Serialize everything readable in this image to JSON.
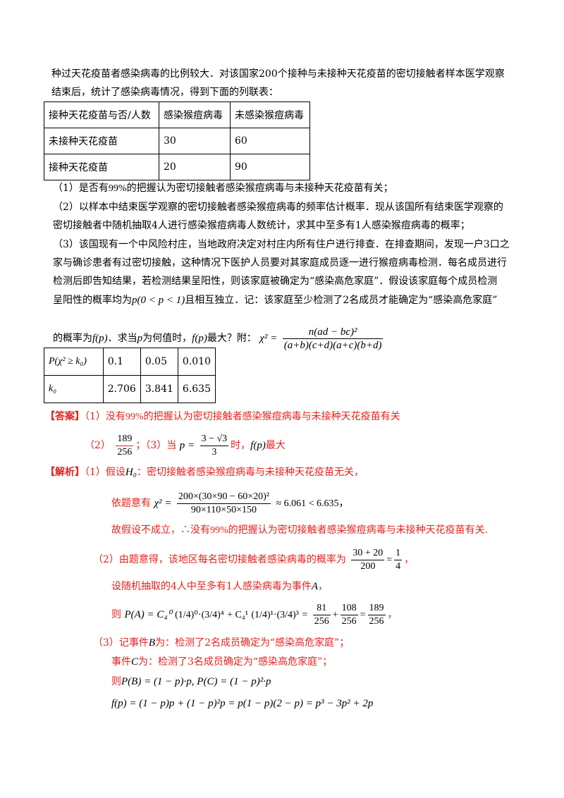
{
  "intro": {
    "line1": "种过天花疫苗者感染病毒的比例较大．对该国家200个接种与未接种天花疫苗的密切接触者样本医学观察",
    "line2": "结束后，统计了感染病毒情况，得到下面的列联表："
  },
  "table1": {
    "headers": [
      "接种天花疫苗与否/人数",
      "感染猴痘病毒",
      "未感染猴痘病毒"
    ],
    "rows": [
      [
        "未接种天花疫苗",
        "30",
        "60"
      ],
      [
        "接种天花疫苗",
        "20",
        "90"
      ]
    ]
  },
  "q1": {
    "pre": "（1）是否有",
    "pct": "99%",
    "post": "的把握认为密切接触者感染猴痘病毒与未接种天花疫苗有关；"
  },
  "q2": {
    "line1": "（2）以样本中结束医学观察的密切接触者感染猴痘病毒的频率估计概率．现从该国所有结束医学观察的",
    "line2": "密切接触者中随机抽取4人进行感染猴痘病毒人数统计，求其中至多有1人感染猴痘病毒的概率；"
  },
  "q3": {
    "line1": "（3）该国现有一个中风险村庄，当地政府决定对村庄内所有住户进行排查．在排查期间，发现一户3口之",
    "line2": "家与确诊患者有过密切接触，这种情况下医护人员要对其家庭成员逐一进行猴痘病毒检测．每名成员进行",
    "line3": "检测后即告知结果，若检测结果呈阳性，则该家庭被确定为“感染高危家庭”．假设该家庭每个成员检测",
    "line4_pre": "呈阳性的概率均为",
    "line4_cond": "p(0 < p < 1)",
    "line4_post": "且相互独立．记：该家庭至少检测了2名成员才能确定为“感染高危家庭”",
    "line5_pre": "的概率为",
    "line5_fp": "f(p)",
    "line5_mid": "．求当",
    "line5_p": "p",
    "line5_mid2": "为何值时，",
    "line5_fp2": "f(p)",
    "line5_post": "最大？附：",
    "chi_lhs": "χ² =",
    "chi_num": "n(ad − bc)²",
    "chi_den": "(a+b)(c+d)(a+c)(b+d)"
  },
  "table2": {
    "rows": [
      [
        "P(χ² ≥ k₀)",
        "0.1",
        "0.05",
        "0.010"
      ],
      [
        "k₀",
        "2.706",
        "3.841",
        "6.635"
      ]
    ]
  },
  "answer": {
    "tag": "【答案】",
    "a1_pre": "（1）没有",
    "a1_pct": "99%",
    "a1_post": "的把握认为密切接触者感染猴痘病毒与未接种天花疫苗有关",
    "a2_pre": "（2）",
    "a2_num": "189",
    "a2_den": "256",
    "a2_mid": "；（3）当",
    "a2_p": "p =",
    "a2_pnum": "3 − √3",
    "a2_pden": "3",
    "a2_when": "时，",
    "a2_fp": "f(p)",
    "a2_post": "最大"
  },
  "analysis": {
    "tag": "【解析】",
    "s1_pre": "（1）假设",
    "s1_h0": "H₀",
    "s1_post": "：密切接触者感染猴痘病毒与未接种天花疫苗无关，",
    "s1_calc_pre": "依题意有",
    "s1_chi": "χ² =",
    "s1_num": "200×(30×90 − 60×20)²",
    "s1_den": "90×110×50×150",
    "s1_post2": "≈ 6.061 < 6.635，",
    "s1_concl_pre": "故假设不成立，∴没有",
    "s1_pct": "99%",
    "s1_concl_post": "的把握认为密切接触者感染猴痘病毒与未接种天花疫苗有关.",
    "s2_pre": "（2）由题意得，该地区每名密切接触者感染病毒的概率为",
    "s2_num": "30 + 20",
    "s2_den": "200",
    "s2_eq": "=",
    "s2_rnum": "1",
    "s2_rden": "4",
    "s2_comma": "，",
    "s2_event": "设随机抽取的4人中至多有1人感染病毒为事件",
    "s2_A": "A",
    "s2_event_post": "，",
    "s2_p_pre": "则",
    "s2_pA": "P(A) = C₄⁰",
    "s2_term1": "(1/4)⁰·(3/4)⁴",
    "s2_plus": "+ C₄¹",
    "s2_term2": "(1/4)¹·(3/4)³",
    "s2_eq2": "=",
    "s2_f1n": "81",
    "s2_f1d": "256",
    "s2_plus2": "+",
    "s2_f2n": "108",
    "s2_f2d": "256",
    "s2_eq3": "=",
    "s2_f3n": "189",
    "s2_f3d": "256",
    "s2_end": "，",
    "s3_pre": "（3）记事件",
    "s3_B": "B",
    "s3_Bpost": "为：检测了2名成员确定为“感染高危家庭”；",
    "s3_Cpre": "事件",
    "s3_C": "C",
    "s3_Cpost": "为：检测了3名成员确定为“感染高危家庭”；",
    "s3_then": "则",
    "s3_formula": "P(B) = (1 − p)·p, P(C) = (1 − p)²·p",
    "s3_fp": "f(p) = (1 − p)p + (1 − p)²p = p(1 − p)(2 − p) = p³ − 3p² + 2p"
  }
}
